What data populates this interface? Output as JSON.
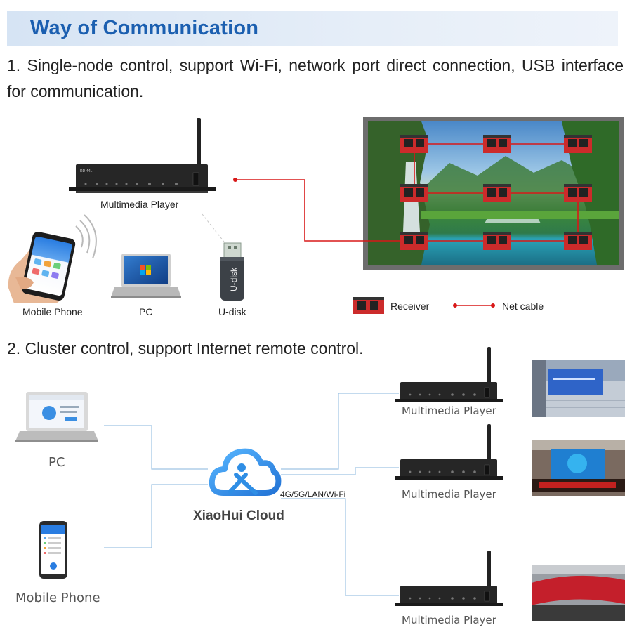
{
  "header": {
    "title": "Way of Communication"
  },
  "section1": {
    "description": "1. Single-node control, support Wi-Fi, network port direct connection, USB interface for communication.",
    "player_label": "Multimedia Player",
    "player_model": "RD-44L",
    "devices": [
      "Mobile Phone",
      "PC",
      "U-disk"
    ],
    "usb_text": "U-disk",
    "legend": {
      "receiver": "Receiver",
      "cable": "Net cable"
    },
    "colors": {
      "cable": "#d81818",
      "receiver": "#cc2b2b",
      "screen_frame": "#6d6d6d"
    }
  },
  "section2": {
    "description": "2. Cluster control, support Internet remote control.",
    "cloud_label": "XiaoHui Cloud",
    "network_label": "4G/5G/LAN/Wi-Fi",
    "sources": [
      "PC",
      "Mobile Phone"
    ],
    "players": [
      "Multimedia Player",
      "Multimedia Player",
      "Multimedia Player"
    ],
    "colors": {
      "connector": "#9fc4e4",
      "cloud": "#2f8ee5"
    }
  }
}
